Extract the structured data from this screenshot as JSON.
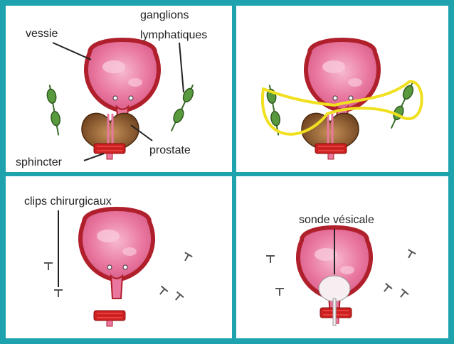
{
  "colors": {
    "border": "#1ea2ad",
    "bladder_fill": "#e9779f",
    "bladder_outline": "#b0202c",
    "bladder_highlight": "#f7b8cf",
    "prostate": "#8b5a2b",
    "sphincter": "#cc1f1f",
    "node": "#5a9a3f",
    "highlight_circle": "#f0e020",
    "catheter_balloon": "#f6eef0",
    "clip": "#555555"
  },
  "panels": {
    "p1": {
      "labels": {
        "vessie": "vessie",
        "ganglions_line1": "ganglions",
        "ganglions_line2": "lymphatiques",
        "prostate": "prostate",
        "sphincter": "sphincter"
      }
    },
    "p3": {
      "labels": {
        "clips": "clips chirurgicaux"
      }
    },
    "p4": {
      "labels": {
        "sonde": "sonde vésicale"
      }
    }
  }
}
